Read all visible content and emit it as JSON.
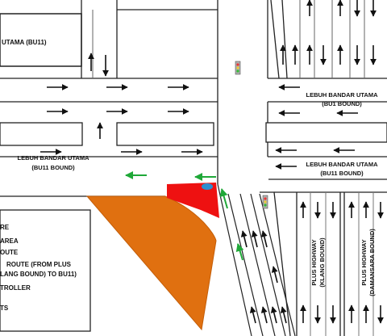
{
  "roads": {
    "top_left_block_label": "UTAMA (BU11)",
    "right_upper_label_line1": "LEBUH BANDAR UTAMA",
    "right_upper_label_line2": "(BU1 BOUND)",
    "left_middle_label_line1": "LEBUH BANDAR UTAMA",
    "left_middle_label_line2": "(BU11 BOUND)",
    "right_lower_label_line1": "LEBUH BANDAR UTAMA",
    "right_lower_label_line2": "(BU11 BOUND)",
    "highway_klang_line1": "PLUS HIGHWAY",
    "highway_klang_line2": "(KLANG BOUND)",
    "highway_damansara_line1": "PLUS HIGHWAY",
    "highway_damansara_line2": "(DAMANSARA BOUND)"
  },
  "legend": {
    "items": [
      "RE",
      "AREA",
      "OUTE",
      "ROUTE  (FROM  PLUS",
      "LANG BOUND) TO BU11)",
      "TROLLER",
      "TS"
    ]
  },
  "colors": {
    "orange_area": "#e07010",
    "red_box": "#ee1111",
    "blue_marker": "#2b8fd0",
    "green_route": "#1fa838",
    "traffic_light_body": "#b0b0b0"
  }
}
